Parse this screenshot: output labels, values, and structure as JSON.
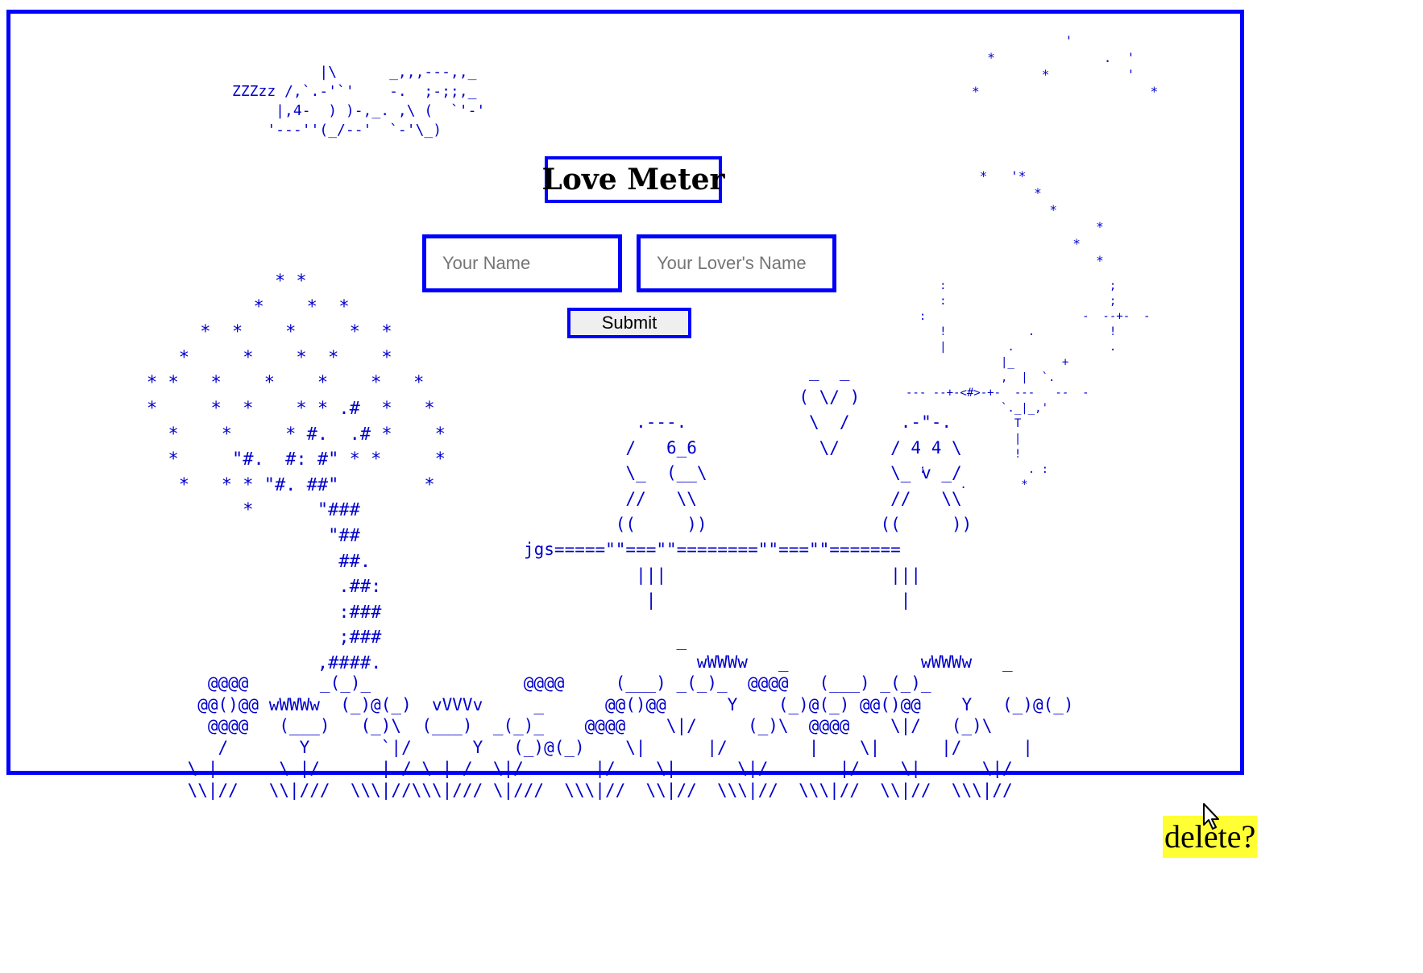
{
  "title": "Love Meter",
  "form": {
    "name_placeholder": "Your Name",
    "lover_placeholder": "Your Lover's Name",
    "submit_label": "Submit"
  },
  "delete_label": "delete?",
  "ascii": {
    "cat": "          |\\      _,,,---,,_\nZZZzz /,`.-'`'    -.  ;-;;,_\n     |,4-  ) )-,_. ,\\ (  `'-'\n    '---''(_/--'  `-'\\_)",
    "tree": "            * *\n          *    *  *\n     *  *    *     *  *\n   *     *    *  *    *\n* *   *    *    *    *   *\n*     *  *    * * .#  *   *\n  *    *     * #.  .# *    *\n  *     \"#.  #: #\" * *     *\n   *   * * \"#. ##\"        *\n         *      \"###\n                 \"##\n                  ##.\n                  .##:\n                  :###\n                  ;###\n                ,####.",
    "birds": "                            _  _\n                           ( \\/ )\n           .---.            \\  /     .-\"-.\n          /   6_6            \\/     / 4 4 \\\n          \\_  (__\\                  \\_ v _/\n          //   \\\\                   //   \\\\\n         ((     ))                 ((     ))\njgs=====\"\"===\"\"========\"\"===\"\"=======\n           |||                      |||\n            |                        |",
    "stars": "            '\n  *              .  '\n         *          '\n*                      *\n\n\n\n\n *   '*\n        *\n          *\n                *\n             *\n                *",
    "compass": "     :                        ;\n     :                        ;\n  :                       -  --+-  -\n     !            .           !\n     |         .              .\n              |_       +\n              ,  |  `.\n--- --+-<#>-+-  ---   --  -\n              `._|_,'\n                T\n                |\n                !\n  :               . :\n        .        *",
    "garden": "                                                    _\n                                                      wWWWw   _             wWWWw   _\n      @@@@       _(_)_               @@@@     (___) _(_)_  @@@@   (___) _(_)_\n     @@()@@ wWWWw  (_)@(_)  vVVVv     _      @@()@@      Y    (_)@(_) @@()@@    Y   (_)@(_)\n      @@@@   (___)   (_)\\  (___)  _(_)_    @@@@    \\|/     (_)\\  @@@@    \\|/   (_)\\\n       /       Y       `|/      Y   (_)@(_)    \\|      |/        |    \\|      |/      |\n    \\ |      \\ |/      | / \\ | /  \\|/       |/    \\|      \\|/       |/    \\|      \\|/\n    \\\\|//   \\\\|///  \\\\\\|//\\\\\\|/// \\|///  \\\\\\|//  \\\\|//  \\\\\\|//  \\\\\\|//  \\\\|//  \\\\\\|//"
  }
}
